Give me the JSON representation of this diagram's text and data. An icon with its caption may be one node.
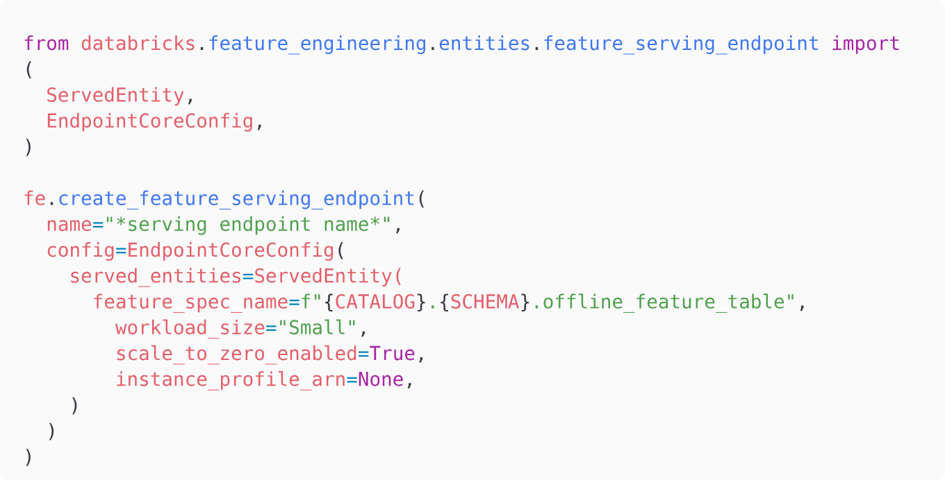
{
  "diagram": {
    "labels": [
      "from",
      "databricks",
      ".",
      "feature_engineering",
      ".",
      "entities",
      ".",
      "feature_serving_endpoint",
      "import",
      "(",
      "ServedEntity",
      ",",
      "EndpointCoreConfig",
      ",",
      ")",
      "fe",
      ".",
      "create_feature_serving_endpoint",
      "(",
      "name",
      "=",
      "\"*",
      "serving endpoint name",
      "*\"",
      ",",
      "config",
      "=",
      "EndpointCoreConfig",
      "(",
      "served_entities",
      "=",
      "ServedEntity",
      "(",
      "feature_spec_name",
      "=",
      "f\"",
      "{",
      "CATALOG",
      "}",
      ".",
      "{",
      "SCHEMA",
      "}",
      ".offline_feature_table\"",
      ",",
      "workload_size",
      "=",
      "\"Small\"",
      ",",
      "scale_to_zero_enabled",
      "=",
      "True",
      ",",
      "instance_profile_arn",
      "=",
      "None",
      ",",
      ")",
      ")",
      ")"
    ]
  }
}
